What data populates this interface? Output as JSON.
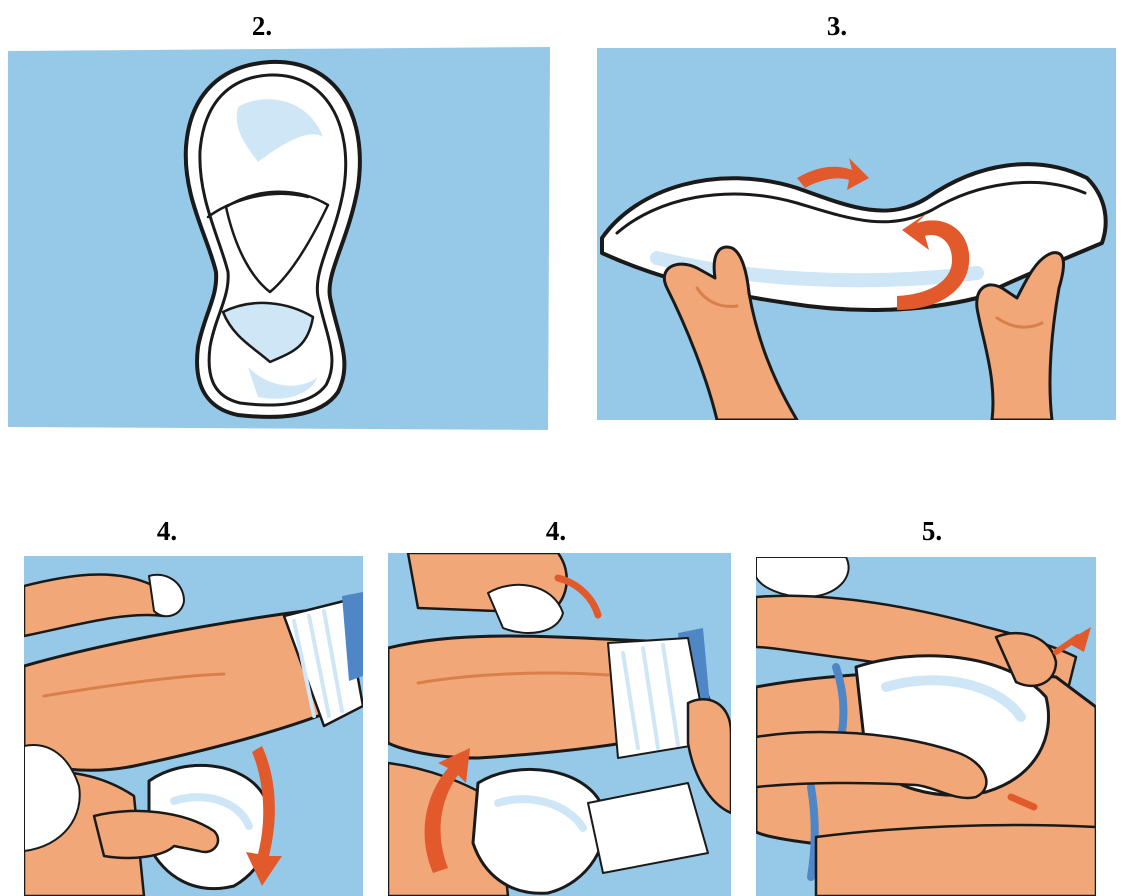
{
  "steps": [
    {
      "label": "2."
    },
    {
      "label": "3."
    },
    {
      "label": "4."
    },
    {
      "label": "4."
    },
    {
      "label": "5."
    }
  ],
  "colors": {
    "background": "#96c9e8",
    "skin": "#f2a778",
    "skin_shadow": "#d9804a",
    "pad": "#ffffff",
    "pad_shade": "#cfe6f7",
    "arrow": "#e25a2c",
    "band": "#4f86c6"
  }
}
